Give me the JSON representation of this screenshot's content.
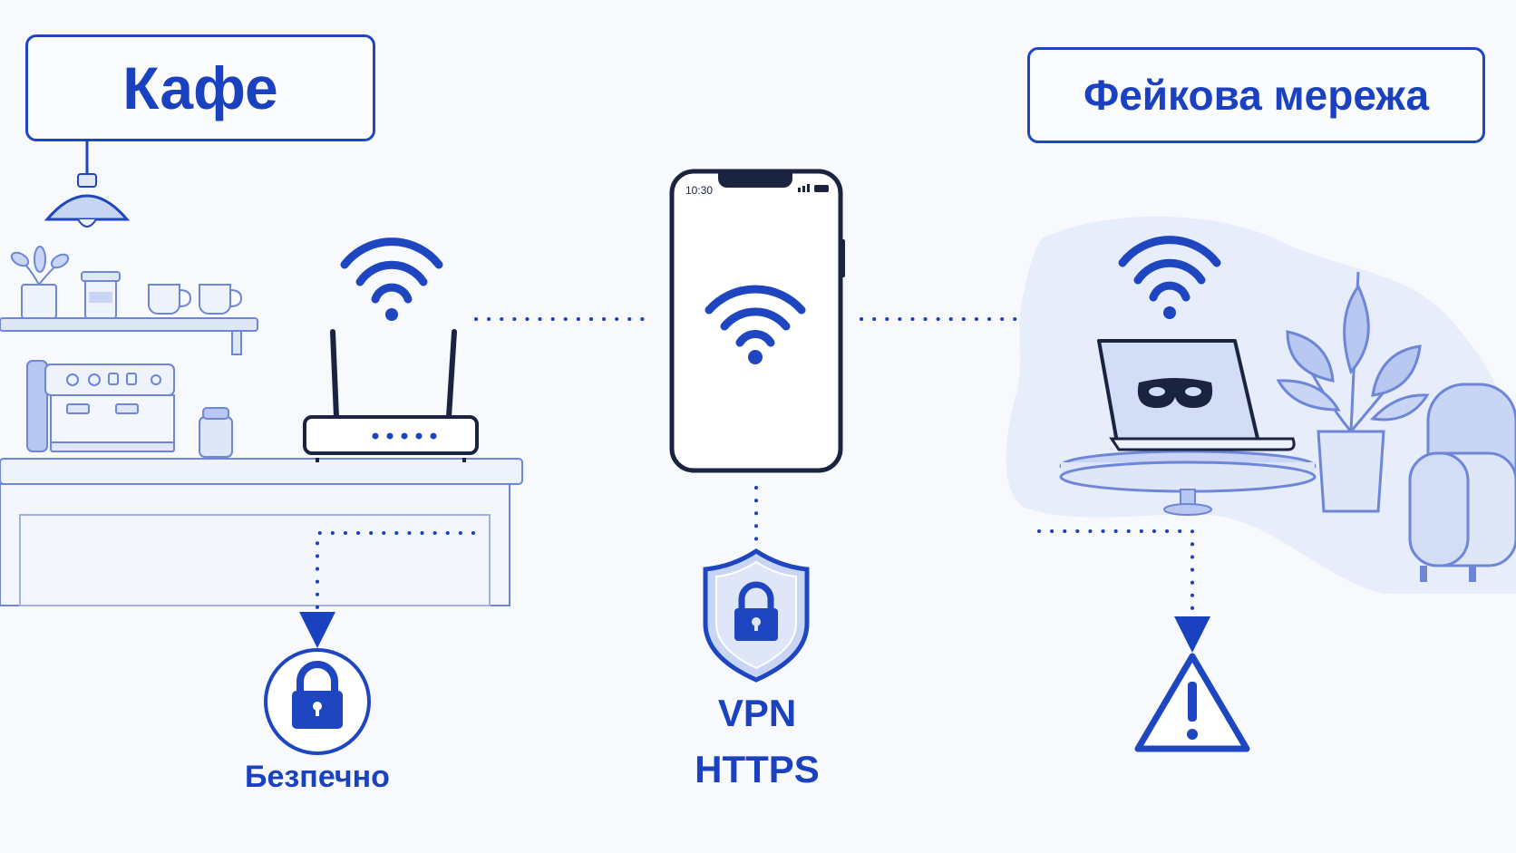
{
  "cafe": {
    "title": "Кафе"
  },
  "fake_network": {
    "title": "Фейкова мережа"
  },
  "phone": {
    "time": "10:30"
  },
  "safe": {
    "label": "Безпечно"
  },
  "protection": {
    "vpn": "VPN",
    "https": "HTTPS"
  },
  "colors": {
    "accent": "#1a41bf",
    "light_fill": "#dfe6f8",
    "outline": "#1a2340",
    "secure": "#1a41bf",
    "warning": "#1a41bf"
  },
  "icons": [
    "ceiling-lamp-icon",
    "wifi-icon",
    "router-icon",
    "smartphone-icon",
    "shield-lock-icon",
    "padlock-icon",
    "laptop-icon",
    "mask-icon",
    "warning-icon",
    "plant-icon",
    "armchair-icon",
    "coffee-machine-icon"
  ]
}
